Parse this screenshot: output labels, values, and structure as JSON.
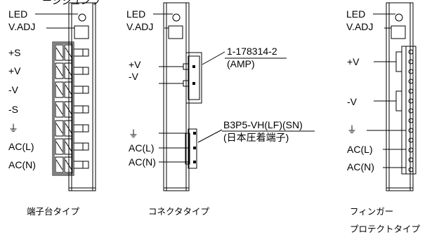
{
  "top_text": "ーシジュンラ",
  "common": {
    "led": "LED",
    "vadj": "V.ADJ"
  },
  "terminal_block": {
    "pins": [
      "+S",
      "+V",
      "-V",
      "-S",
      "⏚",
      "AC(L)",
      "AC(N)"
    ],
    "caption": "端子台タイプ"
  },
  "connector": {
    "pins_dc": [
      "+V",
      "-V"
    ],
    "pins_ac": [
      "⏚",
      "AC(L)",
      "AC(N)"
    ],
    "part_dc_number": "1-178314-2",
    "part_dc_maker": "(AMP)",
    "part_ac_number": "B3P5-VH(LF)(SN)",
    "part_ac_note": "(日本圧着端子)",
    "caption": "コネクタタイプ"
  },
  "finger_protect": {
    "pins": [
      "+V",
      "-V",
      "⏚",
      "AC(L)",
      "AC(N)"
    ],
    "caption_line1": "フィンガー",
    "caption_line2": "プロテクトタイプ"
  }
}
